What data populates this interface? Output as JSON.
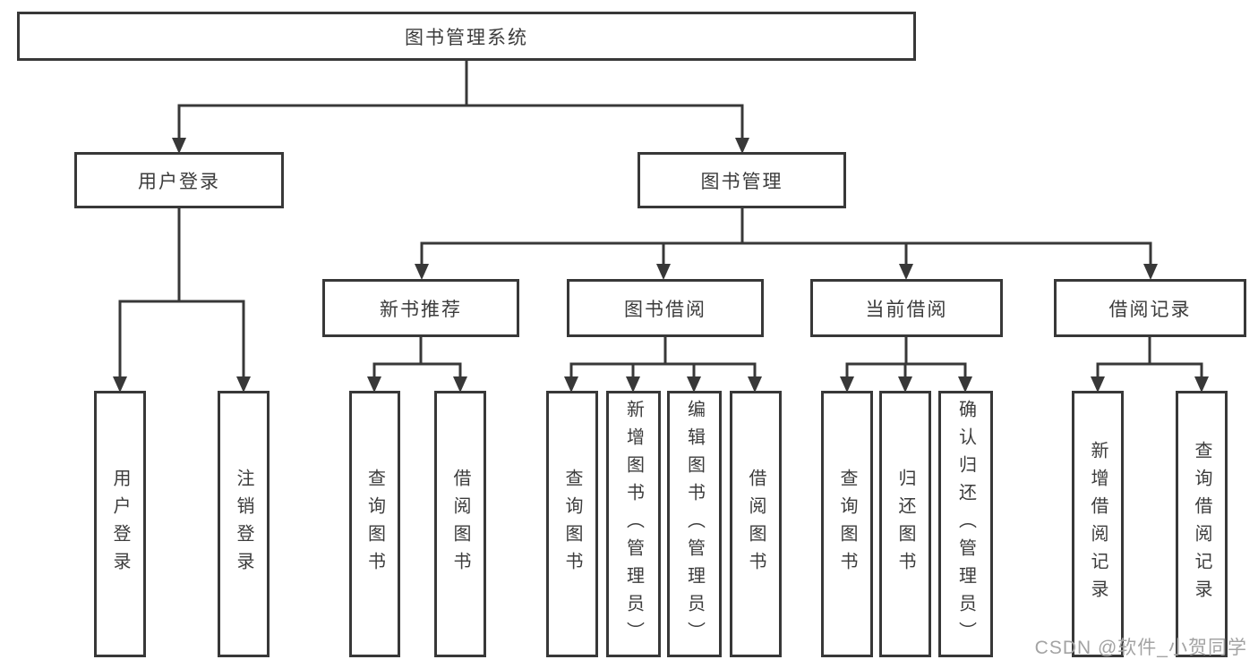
{
  "tree": {
    "label": "图书管理系统",
    "children": [
      {
        "label": "用户登录",
        "children": [
          {
            "label": "用户登录"
          },
          {
            "label": "注销登录"
          }
        ]
      },
      {
        "label": "图书管理",
        "children": [
          {
            "label": "新书推荐",
            "children": [
              {
                "label": "查询图书"
              },
              {
                "label": "借阅图书"
              }
            ]
          },
          {
            "label": "图书借阅",
            "children": [
              {
                "label": "查询图书"
              },
              {
                "label": "新增图书（管理员）"
              },
              {
                "label": "编辑图书（管理员）"
              },
              {
                "label": "借阅图书"
              }
            ]
          },
          {
            "label": "当前借阅",
            "children": [
              {
                "label": "查询图书"
              },
              {
                "label": "归还图书"
              },
              {
                "label": "确认归还（管理员）"
              }
            ]
          },
          {
            "label": "借阅记录",
            "children": [
              {
                "label": "新增借阅记录"
              },
              {
                "label": "查询借阅记录"
              }
            ]
          }
        ]
      }
    ]
  },
  "watermark": {
    "text": "CSDN @软件_小贺同学"
  },
  "colors": {
    "line": "#383838",
    "box_border": "#383838",
    "text": "#3c3c3c",
    "background": "#ffffff",
    "watermark": "#a3a3a3"
  }
}
